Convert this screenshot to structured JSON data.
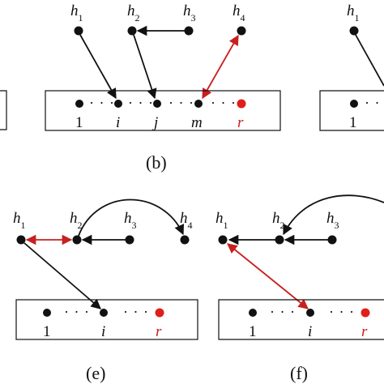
{
  "colors": {
    "ink": "#111111",
    "red": "#c8201e"
  },
  "panel_b": {
    "caption": "(b)",
    "node_labels": [
      "h",
      "h",
      "h",
      "h"
    ],
    "node_subs": [
      "1",
      "2",
      "3",
      "4"
    ],
    "row_labels": [
      "1",
      "i",
      "j",
      "m",
      "r"
    ]
  },
  "panel_c_partial": {
    "node_label": "h",
    "node_sub": "1",
    "row_label": "1"
  },
  "panel_e": {
    "caption": "(e)",
    "node_labels": [
      "h",
      "h",
      "h",
      "h"
    ],
    "node_subs": [
      "1",
      "2",
      "3",
      "4"
    ],
    "row_labels": [
      "1",
      "i",
      "r"
    ]
  },
  "panel_f": {
    "caption": "(f)",
    "node_labels": [
      "h",
      "h",
      "h"
    ],
    "node_subs": [
      "1",
      "2",
      "3"
    ],
    "row_labels": [
      "1",
      "i",
      "r"
    ]
  },
  "ellipsis": "· · ·"
}
